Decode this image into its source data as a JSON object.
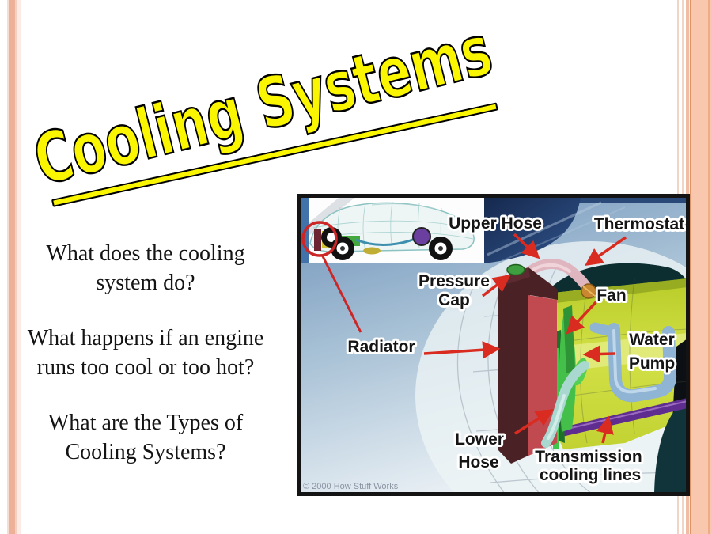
{
  "slide": {
    "title": "Cooling Systems",
    "questions": [
      "What does the cooling\nsystem do?",
      "What happens if an engine\nruns too cool or too hot?",
      "What are the Types of\nCooling Systems?"
    ]
  },
  "diagram": {
    "credit": "© 2000 How Stuff Works",
    "labels": {
      "upper_hose": "Upper Hose",
      "thermostat": "Thermostat",
      "pressure": "Pressure",
      "cap": "Cap",
      "fan": "Fan",
      "radiator": "Radiator",
      "water": "Water",
      "pump": "Pump",
      "lower": "Lower",
      "hose": "Hose",
      "transmission": "Transmission",
      "cooling_lines": "cooling lines"
    }
  },
  "colors": {
    "title_yellow": "#FAF500",
    "border_peach": "#F8C7AE",
    "arrow_red": "#D92B20",
    "radiator_red": "#C04A50",
    "engine_green": "#C6D22C"
  }
}
